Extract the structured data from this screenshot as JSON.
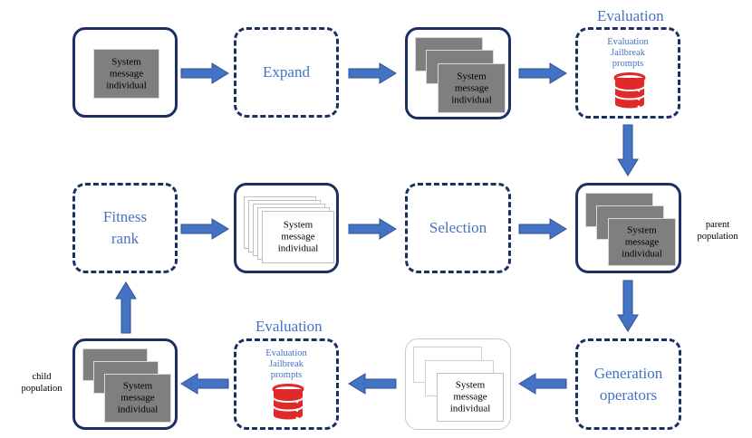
{
  "colors": {
    "border": "#1b2f63",
    "arrow": "#4472c4",
    "label": "#4472c4",
    "database": "#e02a2a",
    "card_gray": "#7f7f7f"
  },
  "card": {
    "line1": "System",
    "line2": "message",
    "line3": "individual"
  },
  "boxes": {
    "expand": "Expand",
    "fitness": {
      "line1": "Fitness",
      "line2": "rank"
    },
    "selection": "Selection",
    "generation": {
      "line1": "Generation",
      "line2": "operators"
    }
  },
  "evaluation_top": {
    "heading": "Evaluation",
    "line1": "Evaluation",
    "line2": "Jailbreak",
    "line3": "prompts",
    "icon": "database-icon"
  },
  "evaluation_bottom": {
    "heading": "Evaluation",
    "line1": "Evaluation",
    "line2": "Jailbreak",
    "line3": "prompts",
    "icon": "database-icon"
  },
  "side_labels": {
    "parent": {
      "line1": "parent",
      "line2": "population"
    },
    "child": {
      "line1": "child",
      "line2": "population"
    }
  }
}
